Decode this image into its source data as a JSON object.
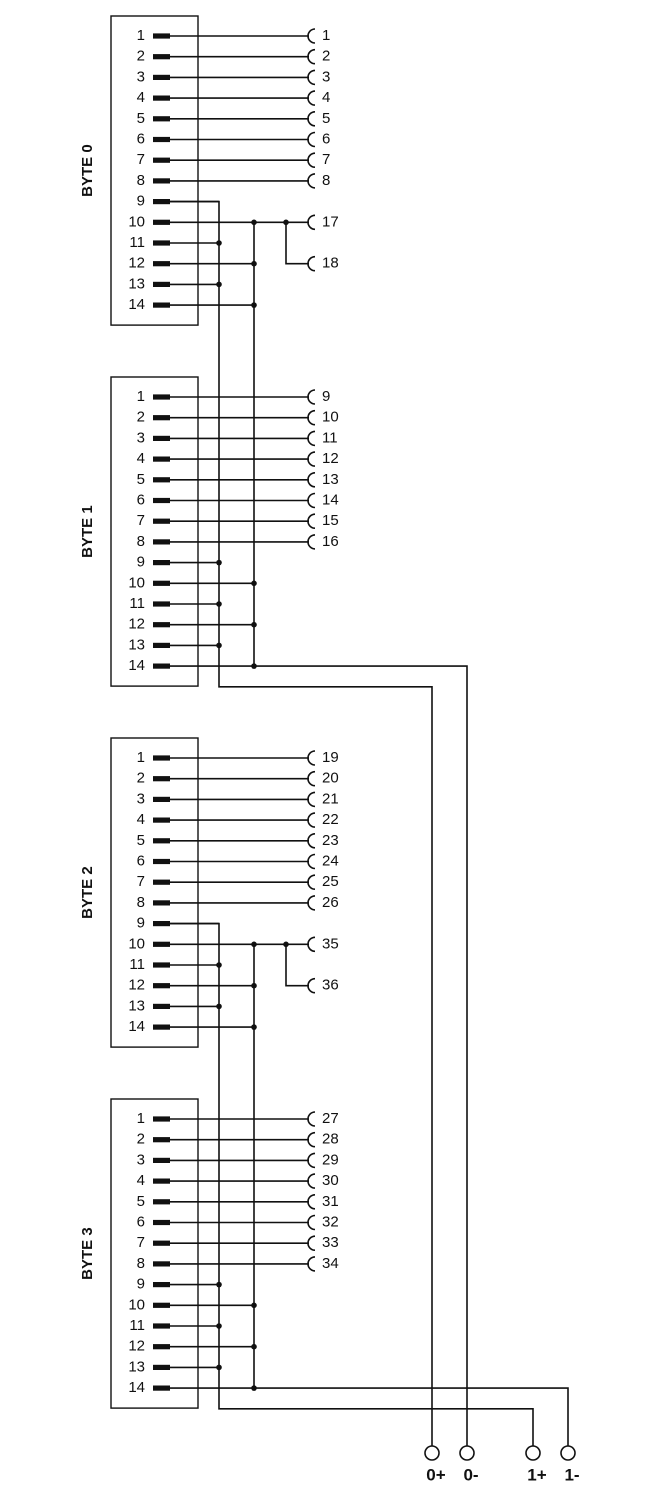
{
  "colors": {
    "line": "#111111",
    "background": "#ffffff"
  },
  "pin_labels": [
    "1",
    "2",
    "3",
    "4",
    "5",
    "6",
    "7",
    "8",
    "9",
    "10",
    "11",
    "12",
    "13",
    "14"
  ],
  "blocks": [
    {
      "label": "BYTE 0",
      "terminals": [
        {
          "pin": 1,
          "label": "1"
        },
        {
          "pin": 2,
          "label": "2"
        },
        {
          "pin": 3,
          "label": "3"
        },
        {
          "pin": 4,
          "label": "4"
        },
        {
          "pin": 5,
          "label": "5"
        },
        {
          "pin": 6,
          "label": "6"
        },
        {
          "pin": 7,
          "label": "7"
        },
        {
          "pin": 8,
          "label": "8"
        }
      ],
      "branch_terminals": [
        {
          "label": "17"
        },
        {
          "label": "18"
        }
      ]
    },
    {
      "label": "BYTE 1",
      "terminals": [
        {
          "pin": 1,
          "label": "9"
        },
        {
          "pin": 2,
          "label": "10"
        },
        {
          "pin": 3,
          "label": "11"
        },
        {
          "pin": 4,
          "label": "12"
        },
        {
          "pin": 5,
          "label": "13"
        },
        {
          "pin": 6,
          "label": "14"
        },
        {
          "pin": 7,
          "label": "15"
        },
        {
          "pin": 8,
          "label": "16"
        }
      ],
      "branch_terminals": []
    },
    {
      "label": "BYTE 2",
      "terminals": [
        {
          "pin": 1,
          "label": "19"
        },
        {
          "pin": 2,
          "label": "20"
        },
        {
          "pin": 3,
          "label": "21"
        },
        {
          "pin": 4,
          "label": "22"
        },
        {
          "pin": 5,
          "label": "23"
        },
        {
          "pin": 6,
          "label": "24"
        },
        {
          "pin": 7,
          "label": "25"
        },
        {
          "pin": 8,
          "label": "26"
        }
      ],
      "branch_terminals": [
        {
          "label": "35"
        },
        {
          "label": "36"
        }
      ]
    },
    {
      "label": "BYTE 3",
      "terminals": [
        {
          "pin": 1,
          "label": "27"
        },
        {
          "pin": 2,
          "label": "28"
        },
        {
          "pin": 3,
          "label": "29"
        },
        {
          "pin": 4,
          "label": "30"
        },
        {
          "pin": 5,
          "label": "31"
        },
        {
          "pin": 6,
          "label": "32"
        },
        {
          "pin": 7,
          "label": "33"
        },
        {
          "pin": 8,
          "label": "34"
        }
      ],
      "branch_terminals": []
    }
  ],
  "bottom_terminals": [
    "0+",
    "0-",
    "1+",
    "1-"
  ]
}
